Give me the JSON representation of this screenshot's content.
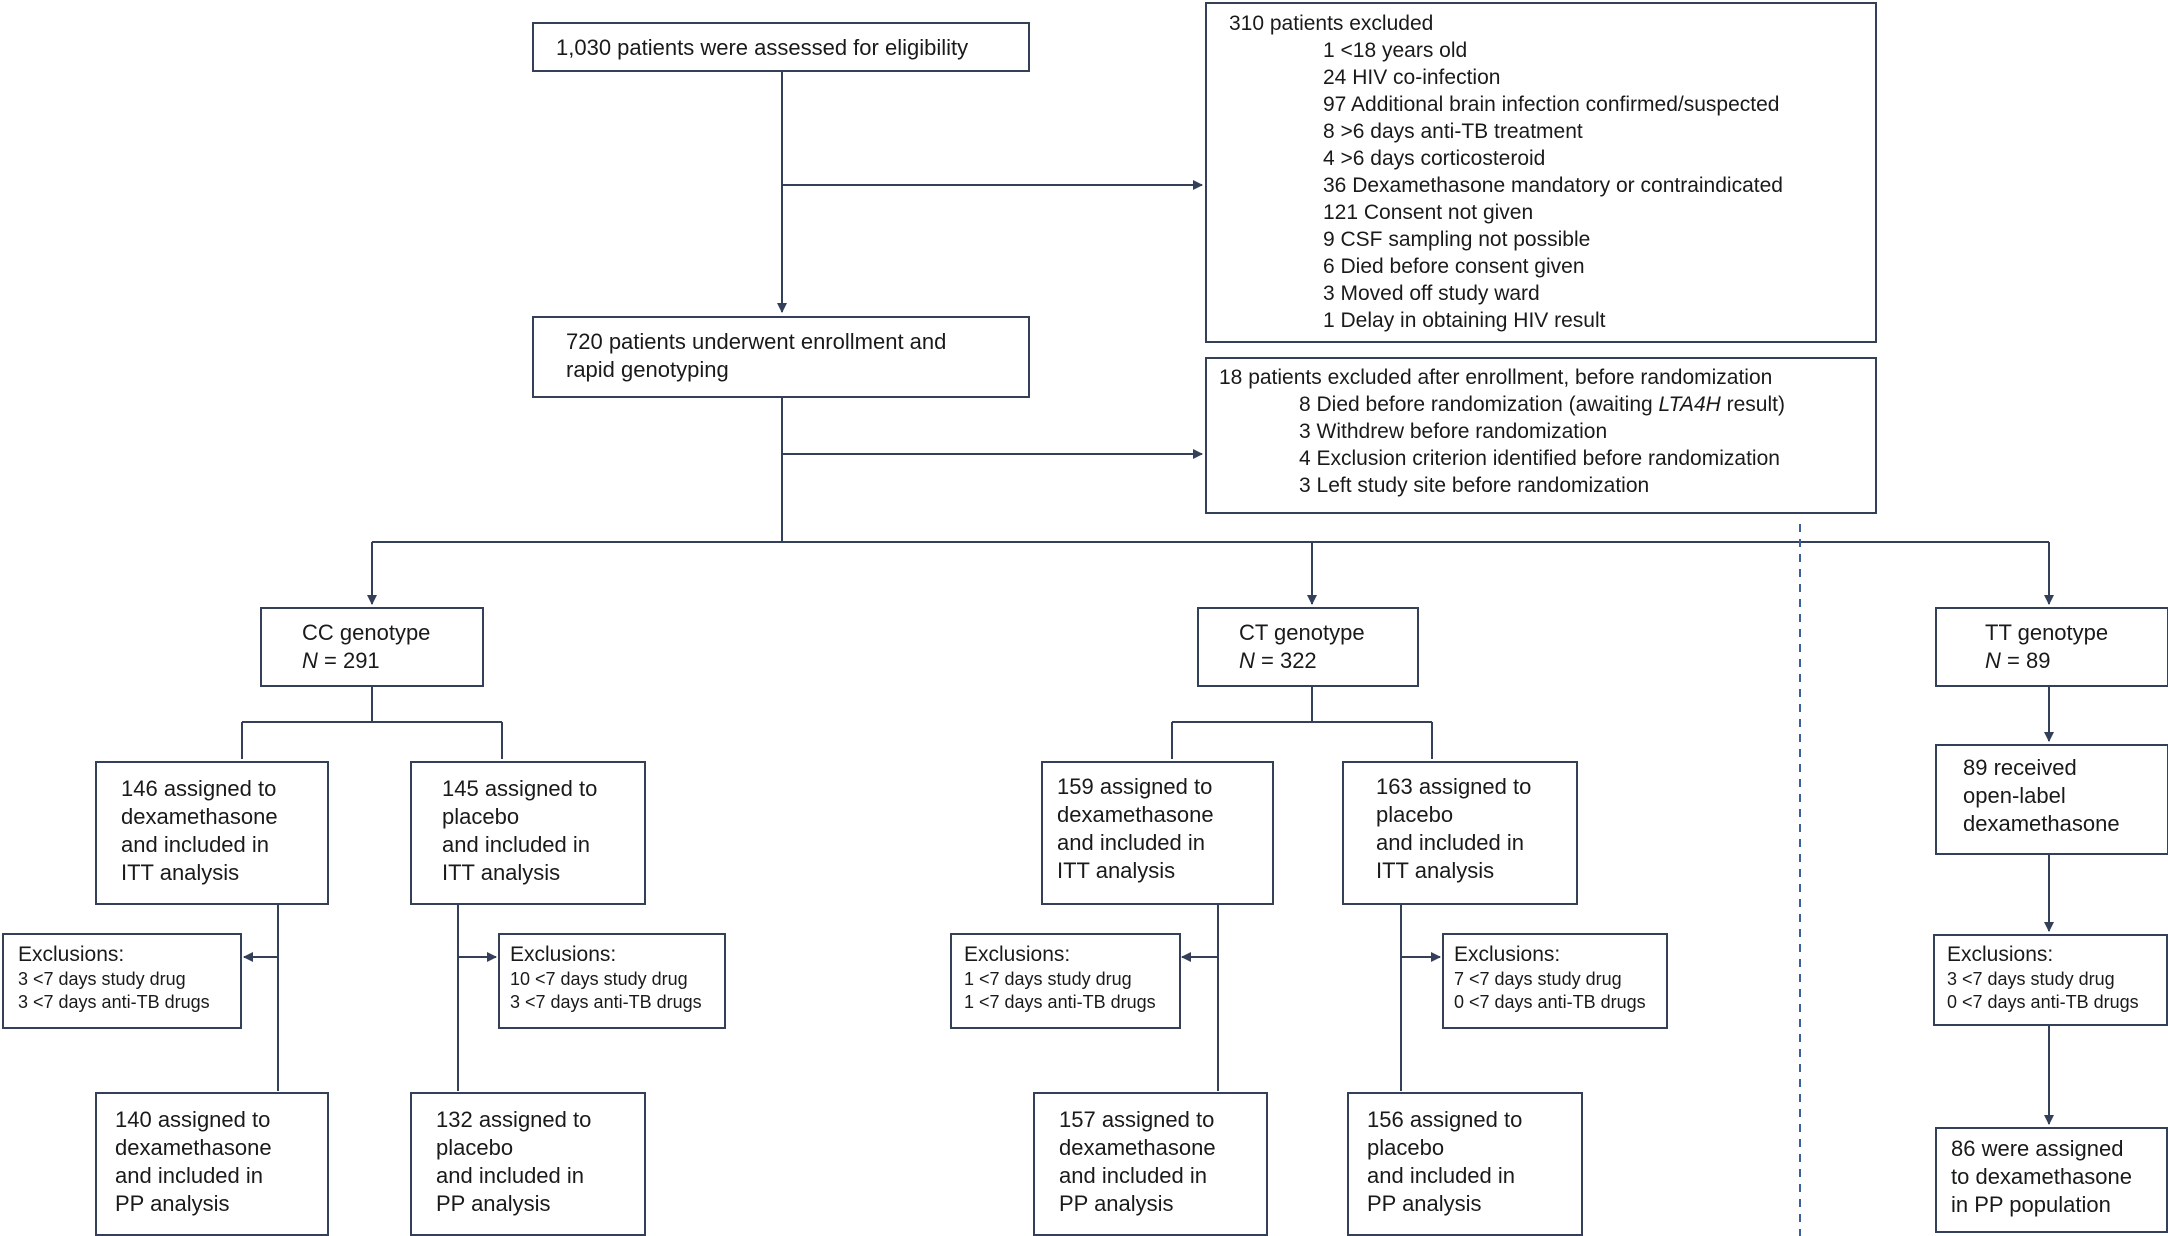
{
  "assessed": "1,030 patients were assessed for eligibility",
  "excluded": {
    "title": "310 patients excluded",
    "items": [
      "1  <18 years old",
      "24  HIV co-infection",
      "97  Additional brain infection confirmed/suspected",
      "8 >6 days anti-TB treatment",
      "4  >6 days corticosteroid",
      "36  Dexamethasone mandatory or contraindicated",
      "121  Consent not given",
      "9  CSF sampling not possible",
      "6  Died before consent given",
      "3  Moved off study ward",
      "1  Delay in obtaining HIV result"
    ]
  },
  "enrolled": [
    "720 patients underwent enrollment and",
    "rapid genotyping"
  ],
  "excluded_after": {
    "title": "18 patients excluded after enrollment, before randomization",
    "item1_pre": "8 Died before randomization (awaiting ",
    "item1_gene": "LTA4H",
    "item1_post": " result)",
    "items": [
      "3 Withdrew before randomization",
      "4 Exclusion criterion identified before randomization",
      "3 Left study site before randomization"
    ]
  },
  "genotypes": {
    "cc": {
      "name": "CC genotype",
      "n_label": "N",
      "n_value": " = 291"
    },
    "ct": {
      "name": "CT genotype",
      "n_label": "N",
      "n_value": " = 322"
    },
    "tt": {
      "name": "TT genotype",
      "n_label": "N",
      "n_value": " = 89"
    }
  },
  "cc": {
    "dex": [
      "146 assigned to",
      "dexamethasone",
      "and included in",
      "ITT analysis"
    ],
    "pla": [
      "145 assigned to",
      "placebo",
      "and included in",
      "ITT analysis"
    ],
    "ex_dex": {
      "title": "Exclusions:",
      "items": [
        "3  <7 days study drug",
        "3  <7 days anti-TB drugs"
      ]
    },
    "ex_pla": {
      "title": "Exclusions:",
      "items": [
        "10 <7 days study drug",
        "3 <7 days anti-TB drugs"
      ]
    },
    "pp_dex": [
      "140 assigned to",
      "dexamethasone",
      "and included in",
      "PP analysis"
    ],
    "pp_pla": [
      "132 assigned to",
      "placebo",
      "and included in",
      "PP analysis"
    ]
  },
  "ct": {
    "dex": [
      "159 assigned to",
      "dexamethasone",
      "and included in",
      "ITT analysis"
    ],
    "pla": [
      "163 assigned to",
      "placebo",
      "and included in",
      "ITT analysis"
    ],
    "ex_dex": {
      "title": "Exclusions:",
      "items": [
        "1  <7 days study drug",
        "1  <7 days anti-TB drugs"
      ]
    },
    "ex_pla": {
      "title": "Exclusions:",
      "items": [
        "7  <7 days study drug",
        "0  <7 days anti-TB drugs"
      ]
    },
    "pp_dex": [
      "157 assigned to",
      "dexamethasone",
      "and included in",
      "PP analysis"
    ],
    "pp_pla": [
      "156 assigned to",
      "placebo",
      "and included in",
      "PP analysis"
    ]
  },
  "tt": {
    "open": [
      "89 received",
      "open-label",
      "dexamethasone"
    ],
    "ex": {
      "title": "Exclusions:",
      "items": [
        "3  <7 days study drug",
        "0  <7 days anti-TB drugs"
      ]
    },
    "pp": [
      "86 were assigned",
      "to dexamethasone",
      "in PP population"
    ]
  },
  "colors": {
    "line": "#34405a",
    "dash": "#3b5f9a",
    "text": "#1a1a1a"
  }
}
